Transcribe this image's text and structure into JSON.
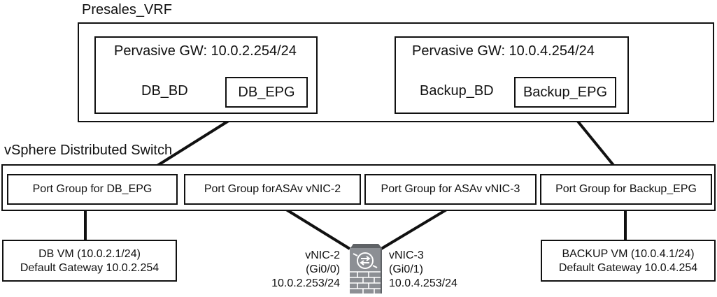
{
  "vrf": {
    "title": "Presales_VRF",
    "left_bd": {
      "gateway": "Pervasive GW: 10.0.2.254/24",
      "bd_name": "DB_BD",
      "epg": "DB_EPG"
    },
    "right_bd": {
      "gateway": "Pervasive GW: 10.0.4.254/24",
      "bd_name": "Backup_BD",
      "epg": "Backup_EPG"
    }
  },
  "switch": {
    "title": "vSphere Distributed Switch",
    "port_groups": [
      "Port Group for DB_EPG",
      "Port Group forASAv vNIC-2",
      "Port Group for ASAv vNIC-3",
      "Port Group for Backup_EPG"
    ]
  },
  "vms": {
    "db": {
      "line1": "DB VM (10.0.2.1/24)",
      "line2": "Default Gateway 10.0.2.254"
    },
    "backup": {
      "line1": "BACKUP VM (10.0.4.1/24)",
      "line2": "Default Gateway 10.0.4.254"
    }
  },
  "firewall": {
    "icon": "asav-firewall-icon",
    "left_nic": {
      "name": "vNIC-2",
      "iface": "(Gi0/0)",
      "ip": "10.0.2.253/24"
    },
    "right_nic": {
      "name": "vNIC-3",
      "iface": "(Gi0/1)",
      "ip": "10.0.4.253/24"
    }
  },
  "colors": {
    "line": "#111111",
    "icon_fill": "#8c8f94",
    "icon_dark": "#5f6266"
  }
}
